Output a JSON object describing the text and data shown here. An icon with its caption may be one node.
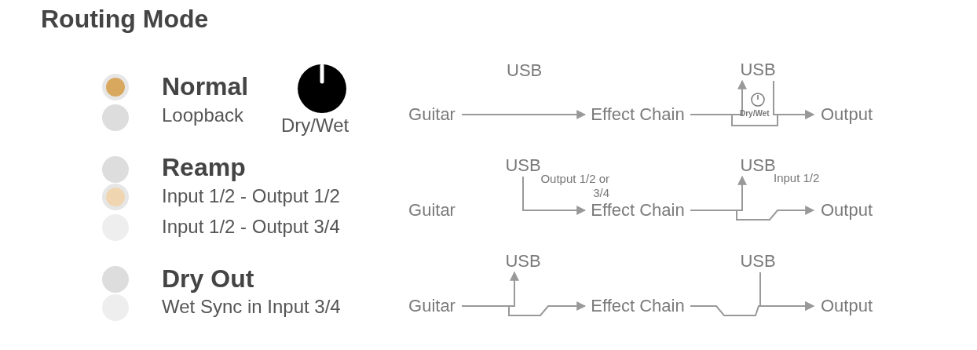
{
  "diagram": {
    "title": "Routing Mode",
    "nodes": [
      {
        "text": [
          "Guitar"
        ]
      },
      {
        "text": [
          "Effect Chain"
        ]
      },
      {
        "text": [
          "USB"
        ]
      },
      {
        "text": [
          "Output"
        ]
      },
      {
        "text": [
          "Guitar"
        ]
      },
      {
        "text": [
          "USB"
        ]
      },
      {
        "text": [
          "Effect Chain"
        ]
      },
      {
        "text": [
          "USB"
        ]
      },
      {
        "text": [
          "Output"
        ]
      },
      {
        "text": [
          "Guitar"
        ]
      },
      {
        "text": [
          "USB"
        ]
      },
      {
        "text": [
          "Effect Chain"
        ]
      },
      {
        "text": [
          "USB"
        ]
      },
      {
        "text": [
          "Output"
        ]
      }
    ],
    "edges": [
      {
        "from": 0,
        "to": 1,
        "arrow": "to"
      },
      {
        "from": 1,
        "to": 2,
        "arrow": "to"
      },
      {
        "from": 2,
        "to": 3,
        "arrow": "to"
      },
      {
        "from": 1,
        "to": 3,
        "arrow": "to"
      },
      {
        "from": 5,
        "to": 6,
        "arrow": "to",
        "label": "Output 1/2 or 3/4"
      },
      {
        "from": 6,
        "to": 7,
        "arrow": "to",
        "label": "Input 1/2"
      },
      {
        "from": 6,
        "to": 8,
        "arrow": "to"
      },
      {
        "from": 9,
        "to": 10,
        "arrow": "to"
      },
      {
        "from": 9,
        "to": 11,
        "arrow": "to"
      },
      {
        "from": 11,
        "to": 13,
        "arrow": "to"
      },
      {
        "from": 12,
        "to": 13,
        "arrow": "to"
      }
    ],
    "labels": [
      "Normal",
      "Loopback",
      "Dry/Wet",
      "USB",
      "Dry/Wet",
      "Reamp",
      "Input 1/2 - Output 1/2",
      "Input 1/2 - Output 3/4",
      "Dry Out",
      "Wet Sync in Input 3/4"
    ]
  }
}
